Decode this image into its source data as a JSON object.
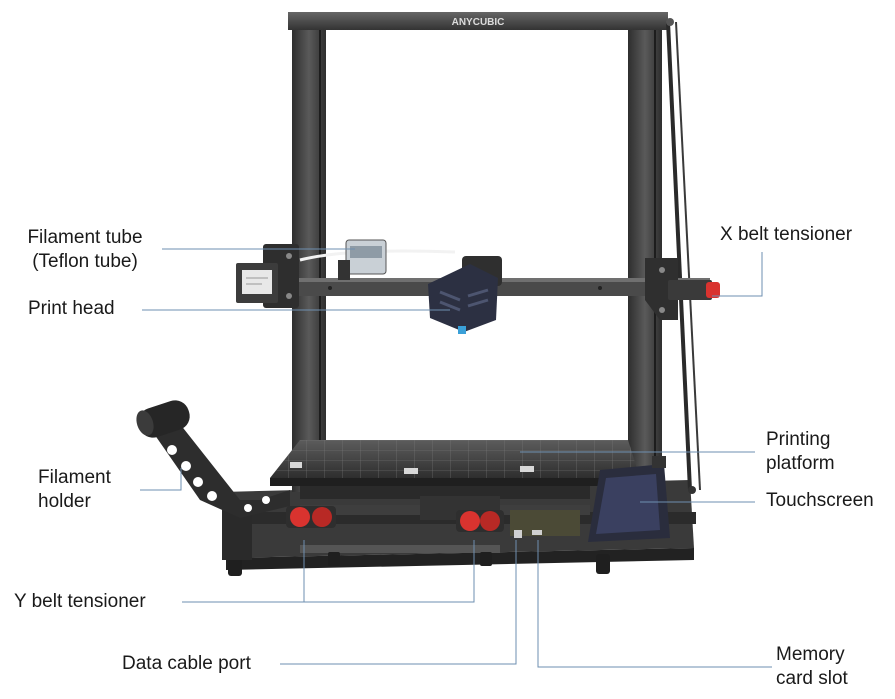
{
  "brand": "ANYCUBIC",
  "colors": {
    "frame": "#3f3f3f",
    "frame_dark": "#2a2a2a",
    "frame_light": "#5a5a5a",
    "bed": "#4a4a4a",
    "accent_red": "#d9332f",
    "screen": "#2c3040",
    "leader_line": "#6e8fb0",
    "text": "#1a1a1a"
  },
  "labels": {
    "filament_tube": {
      "line1": "Filament tube",
      "line2": "(Teflon tube)"
    },
    "print_head": "Print head",
    "x_belt_tensioner": "X belt tensioner",
    "filament_holder": {
      "line1": "Filament",
      "line2": "holder"
    },
    "printing_platform": {
      "line1": "Printing",
      "line2": "platform"
    },
    "touchscreen": "Touchscreen",
    "y_belt_tensioner": "Y belt tensioner",
    "data_cable_port": "Data cable port",
    "memory_card_slot": {
      "line1": "Memory",
      "line2": "card slot"
    }
  }
}
